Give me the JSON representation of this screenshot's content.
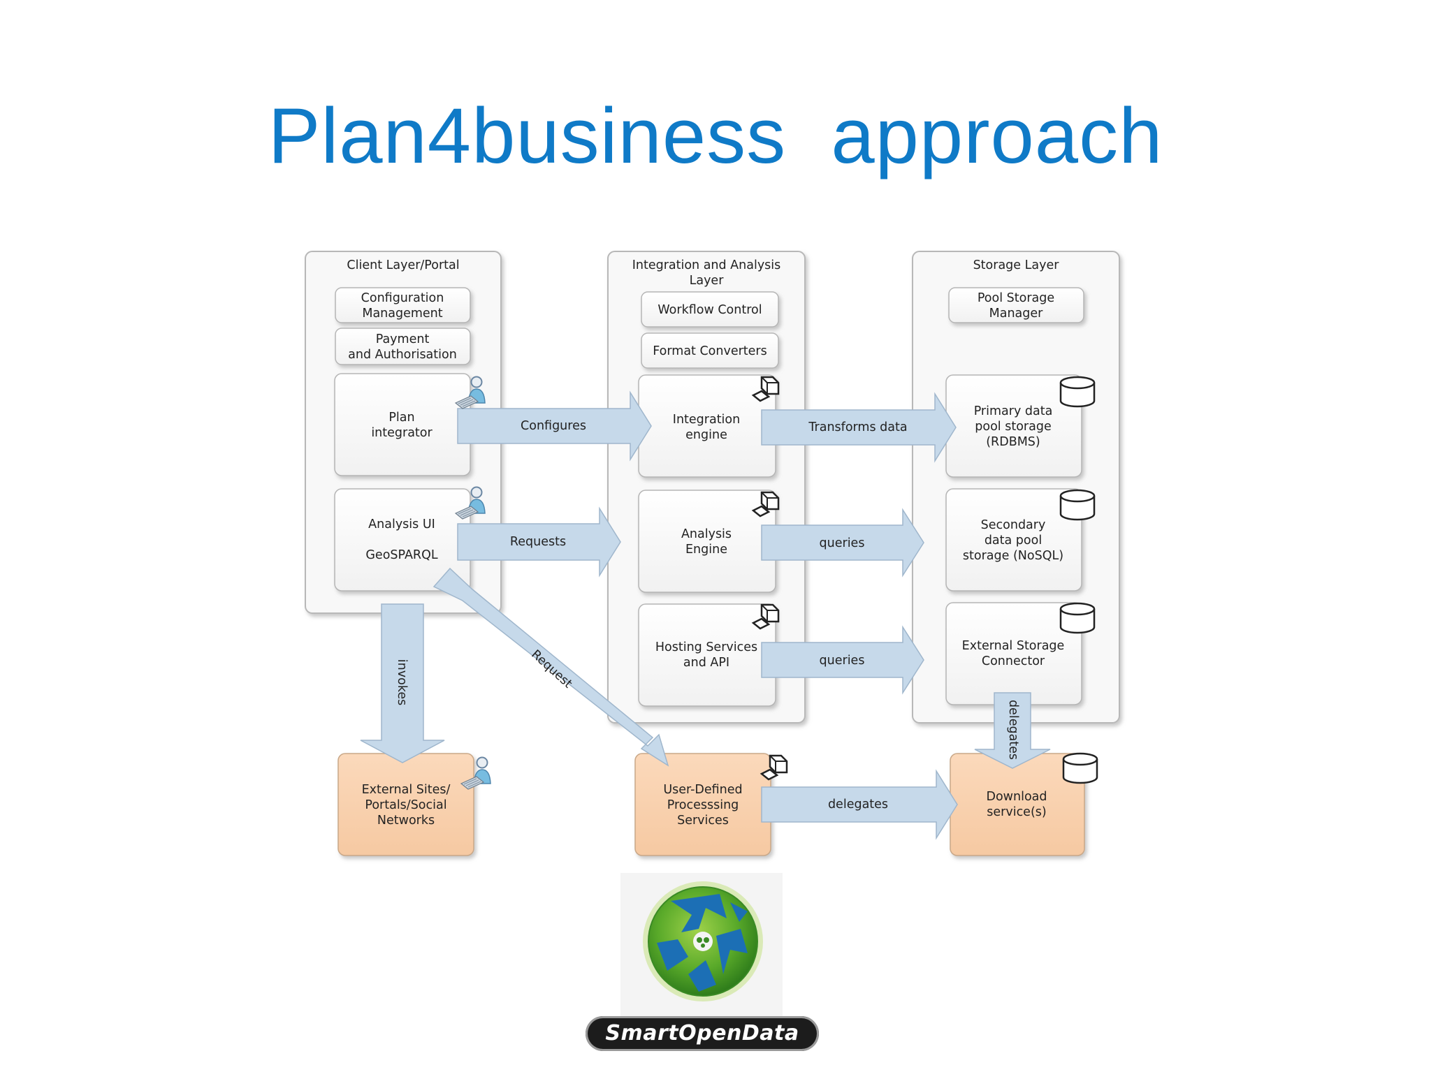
{
  "slide": {
    "title": "Plan4business  approach"
  },
  "colors": {
    "title": "#0f7ac7",
    "arrow": "#c6d9ea",
    "service": "#f9d3b3",
    "box": "#f7f7f7"
  },
  "layers": {
    "client": {
      "title": "Client Layer/Portal"
    },
    "integration": {
      "title_line1": "Integration and Analysis",
      "title_line2": "Layer"
    },
    "storage": {
      "title": "Storage Layer"
    }
  },
  "boxes": {
    "config_mgmt": [
      "Configuration",
      "Management"
    ],
    "payment_auth": [
      "Payment",
      "and Authorisation"
    ],
    "plan_integrator": [
      "Plan",
      "integrator"
    ],
    "analysis_ui": [
      "Analysis UI",
      "GeoSPARQL"
    ],
    "workflow_control": "Workflow Control",
    "format_converters": "Format Converters",
    "integration_engine": [
      "Integration",
      "engine"
    ],
    "analysis_engine": [
      "Analysis",
      "Engine"
    ],
    "hosting_services": [
      "Hosting Services",
      "and API"
    ],
    "pool_storage_manager": [
      "Pool Storage",
      "Manager"
    ],
    "primary_storage": [
      "Primary data",
      "pool storage",
      "(RDBMS)"
    ],
    "secondary_storage": [
      "Secondary",
      "data pool",
      "storage (NoSQL)"
    ],
    "external_storage": [
      "External Storage",
      "Connector"
    ],
    "external_sites": [
      "External Sites/",
      "Portals/Social",
      "Networks"
    ],
    "user_defined": [
      "User-Defined",
      "Processsing",
      "Services"
    ],
    "download_service": [
      "Download",
      "service(s)"
    ]
  },
  "arrows": {
    "configures": "Configures",
    "transforms": "Transforms data",
    "requests": "Requests",
    "queries_1": "queries",
    "queries_2": "queries",
    "invokes": "invokes",
    "request": "Request",
    "delegates_down": "delegates",
    "delegates_right": "delegates"
  },
  "icons": {
    "user": "user-at-computer-icon",
    "server": "server-icon",
    "database": "database-cylinder-icon",
    "logo": "smartopendata-globe-logo"
  },
  "logo": {
    "text": "SmartOpenData"
  }
}
